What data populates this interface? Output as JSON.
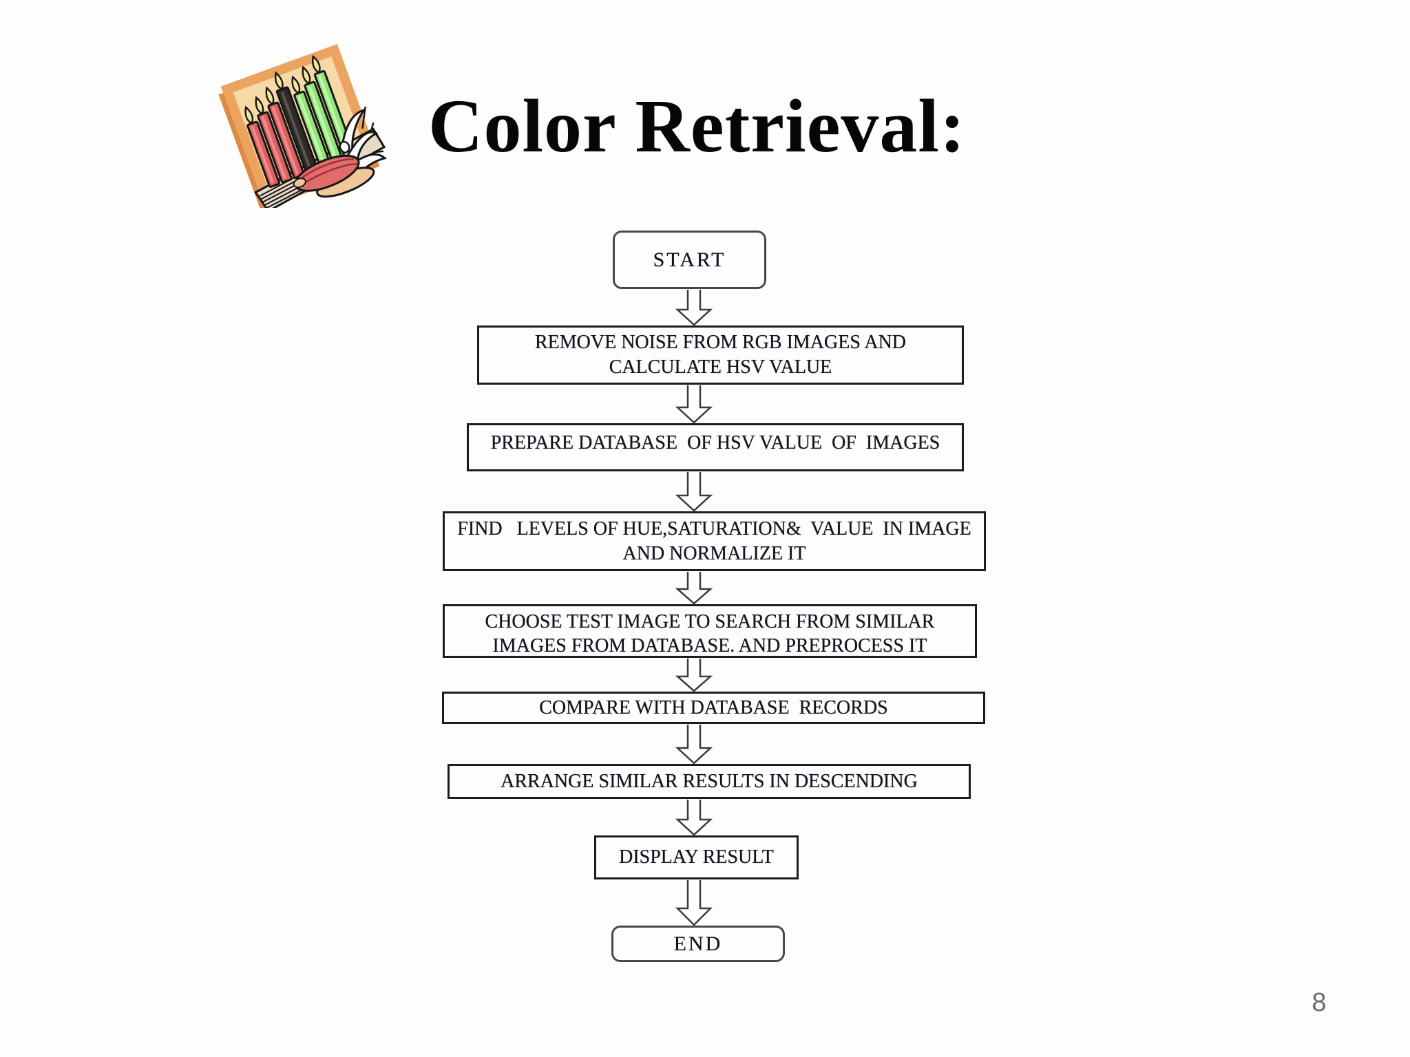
{
  "slide": {
    "title": "Color Retrieval:",
    "page_number": "8",
    "background_color": "#fdfdfd"
  },
  "clipart": {
    "name": "kwanzaa-kinara-candles",
    "description": "tilted orange board with seven lit candles (three red, one black, three green), woven mat and ear of corn with husk",
    "colors": {
      "board_border": "#eaa45f",
      "board_fill": "#f7d8a7",
      "shadow": "#dd8a44",
      "red_candle": "#dd5f5f",
      "black_candle": "#2e2a28",
      "green_candle": "#90e878",
      "flame": "#f3e694",
      "mat": "#e7dac7",
      "corn": "#e26b6b",
      "corn_tan": "#f2c798"
    }
  },
  "flowchart": {
    "text_color": "#13131f",
    "process_border_color": "#1c1c1c",
    "terminator_border_color": "#474747",
    "nodes": [
      {
        "id": "start",
        "shape": "terminator",
        "label": "START"
      },
      {
        "id": "remove-noise",
        "shape": "process",
        "line1": "REMOVE NOISE FROM RGB IMAGES AND",
        "line2": "CALCULATE HSV VALUE"
      },
      {
        "id": "prepare-database",
        "shape": "process",
        "line1": "PREPARE DATABASE  OF HSV VALUE  OF  IMAGES"
      },
      {
        "id": "find-levels",
        "shape": "process",
        "line1": "FIND   LEVELS OF HUE,SATURATION&  VALUE  IN IMAGE",
        "line2": "AND NORMALIZE IT"
      },
      {
        "id": "choose-test-image",
        "shape": "process",
        "line1": "CHOOSE TEST IMAGE TO SEARCH FROM SIMILAR",
        "line2": "IMAGES FROM DATABASE. AND PREPROCESS IT"
      },
      {
        "id": "compare-records",
        "shape": "process",
        "line1": "COMPARE WITH DATABASE  RECORDS"
      },
      {
        "id": "arrange-results",
        "shape": "process",
        "line1": "ARRANGE SIMILAR RESULTS IN DESCENDING"
      },
      {
        "id": "display-result",
        "shape": "process",
        "line1": "DISPLAY RESULT"
      },
      {
        "id": "end",
        "shape": "terminator",
        "label": "END"
      }
    ]
  }
}
